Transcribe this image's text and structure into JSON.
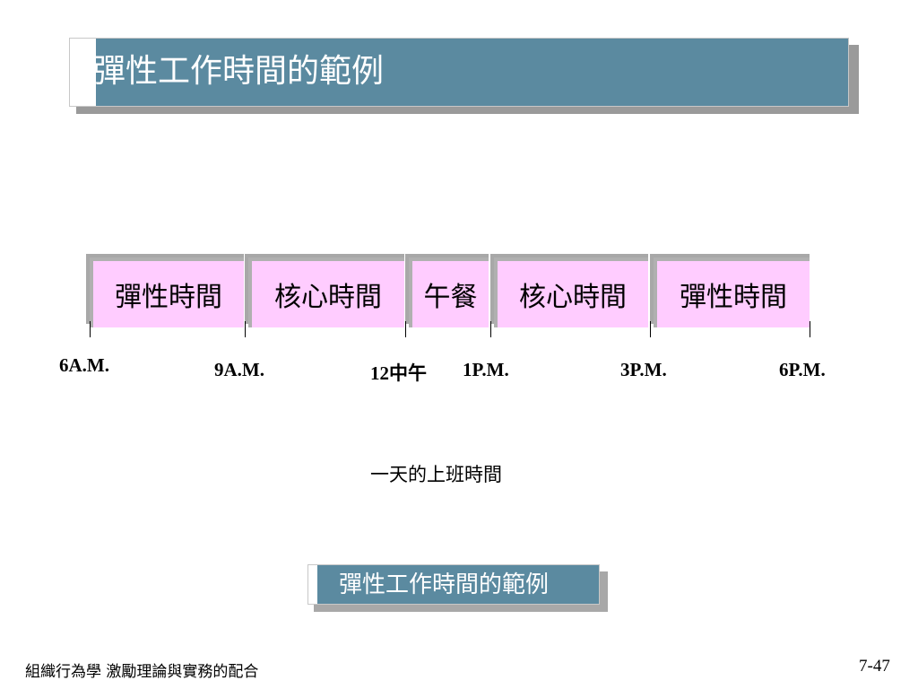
{
  "title": "彈性工作時間的範例",
  "segments": [
    {
      "label": "彈性時間"
    },
    {
      "label": "核心時間"
    },
    {
      "label": "午餐"
    },
    {
      "label": "核心時間"
    },
    {
      "label": "彈性時間"
    }
  ],
  "times": [
    "6A.M.",
    "9A.M.",
    "12中午",
    "1P.M.",
    "3P.M.",
    "6P.M."
  ],
  "caption": "一天的上班時間",
  "button_label": "彈性工作時間的範例",
  "footer": {
    "left": "組織行為學 激勵理論與實務的配合",
    "right": "7-47"
  },
  "colors": {
    "title_bar": "#5b8aa0",
    "segment_fill": "#ffccff"
  }
}
